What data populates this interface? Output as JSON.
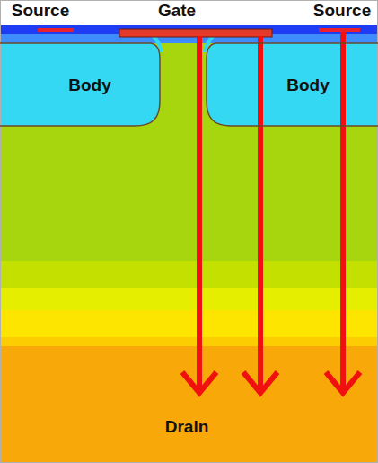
{
  "diagram": {
    "nodes": [
      {
        "text": [
          "Body"
        ]
      },
      {
        "text": [
          "Body"
        ]
      },
      {
        "text": [
          "Drain"
        ]
      }
    ],
    "labels": [
      "Source",
      "Gate",
      "Source"
    ]
  }
}
